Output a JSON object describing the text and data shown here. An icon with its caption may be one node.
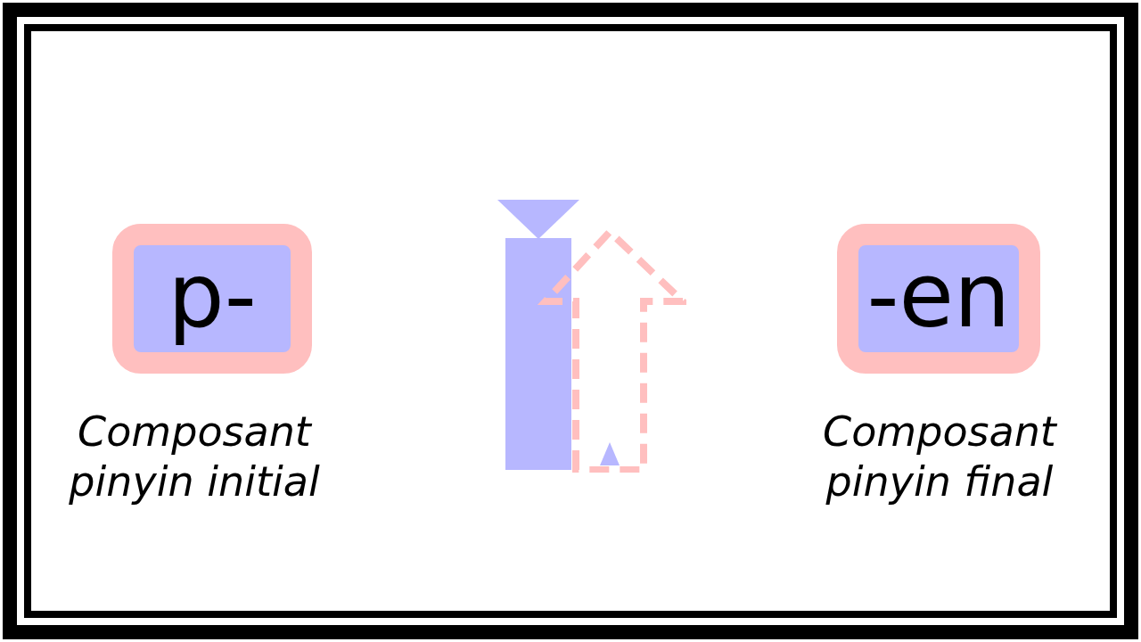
{
  "diagram": {
    "nodes": [
      {
        "text": [
          "p-"
        ],
        "beside": [
          "Composant pinyin initial"
        ]
      },
      {
        "text": [
          "-en"
        ],
        "beside": [
          "Composant pinyin final"
        ]
      }
    ]
  }
}
